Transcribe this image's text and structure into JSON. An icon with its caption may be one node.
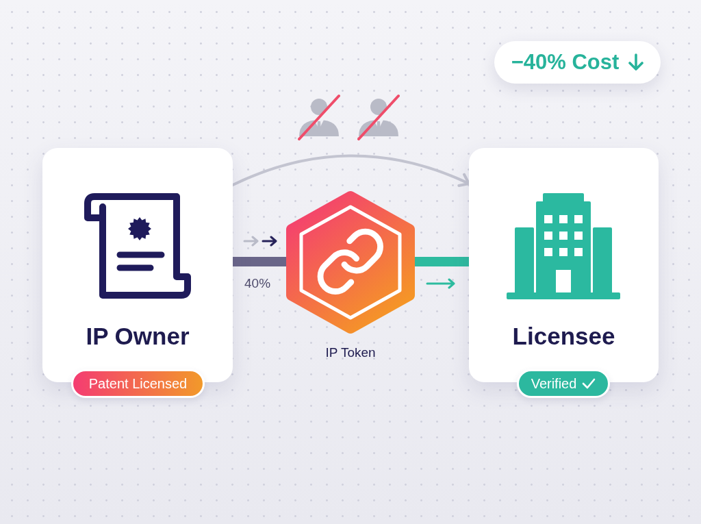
{
  "diagram": {
    "nodes": [
      {
        "text": [
          "IP Owner"
        ]
      },
      {
        "text": [
          "Patent Licensed"
        ]
      },
      {
        "text": [
          "IP Token"
        ]
      },
      {
        "text": [
          "Licensee"
        ]
      },
      {
        "text": [
          "Verified"
        ]
      },
      {
        "text": [
          "−40% Cost"
        ]
      }
    ],
    "edges": [
      {
        "from": 0,
        "to": 2,
        "arrow": "none",
        "label": "40%",
        "color": "#6a6689"
      },
      {
        "from": 2,
        "to": 3,
        "arrow": "none",
        "color": "#2ebb9f"
      },
      {
        "from": 0,
        "to": 3,
        "arrow": "to",
        "color": "#c3c4d0"
      }
    ]
  }
}
